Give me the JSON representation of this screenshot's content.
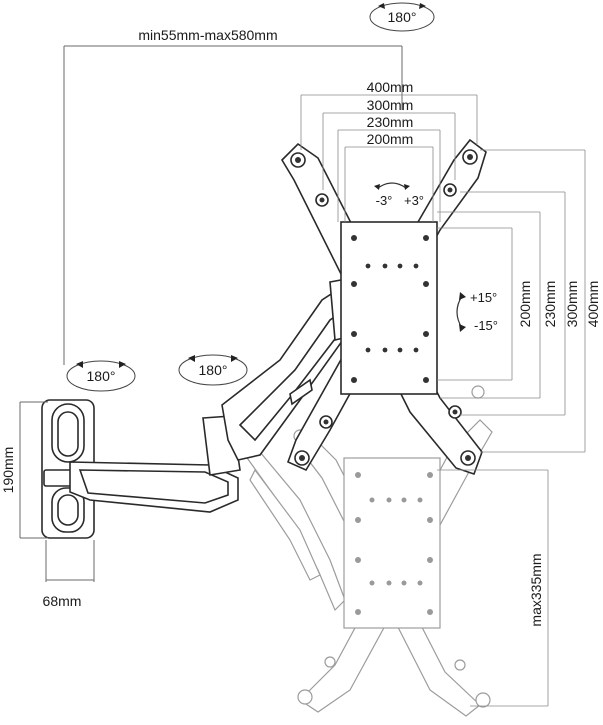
{
  "labels": {
    "rotation_top": "180°",
    "rotation_left": "180°",
    "rotation_mid": "180°",
    "extension": "min55mm-max580mm",
    "width_400": "400mm",
    "width_300": "300mm",
    "width_230": "230mm",
    "width_200": "200mm",
    "rotate_neg": "-3°",
    "rotate_pos": "+3°",
    "tilt_pos": "+15°",
    "tilt_neg": "-15°",
    "height_200": "200mm",
    "height_230": "230mm",
    "height_300": "300mm",
    "height_400": "400mm",
    "wallplate_height": "190mm",
    "wallplate_depth": "68mm",
    "drop_max": "max335mm"
  }
}
